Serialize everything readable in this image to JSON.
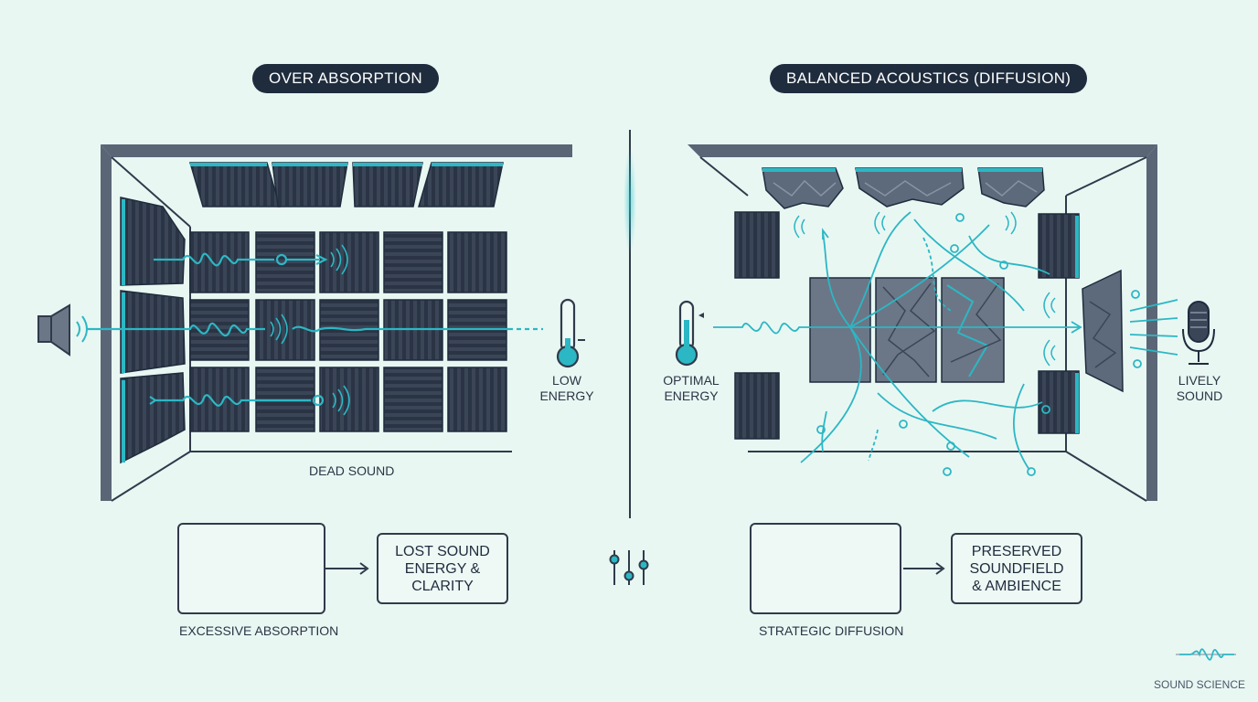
{
  "left_panel": {
    "title": "OVER ABSORPTION",
    "room_label": "DEAD SOUND",
    "thermo_label": [
      "LOW",
      "ENERGY"
    ],
    "caption": "EXCESSIVE ABSORPTION",
    "result": [
      "LOST SOUND",
      "ENERGY &",
      "CLARITY"
    ]
  },
  "right_panel": {
    "title": "BALANCED ACOUSTICS (DIFFUSION)",
    "thermo_label": [
      "OPTIMAL",
      "ENERGY"
    ],
    "mic_label": [
      "LIVELY",
      "SOUND"
    ],
    "caption": "STRATEGIC DIFFUSION",
    "result": [
      "PRESERVED",
      "SOUNDFIELD",
      "& AMBIENCE"
    ]
  },
  "brand": {
    "name": "SOUND SCIENCE"
  },
  "icons": {
    "speaker": "speaker-icon",
    "thermometer_low": "thermometer-icon",
    "thermometer_optimal": "thermometer-icon",
    "microphone": "microphone-icon",
    "sliders": "sliders-icon",
    "waveform_logo": "waveform-logo-icon"
  },
  "colors": {
    "background": "#e9f7f3",
    "accent": "#2cb7c4",
    "panel_dark": "#2f3b4a",
    "pill_bg": "#1f2c3d"
  }
}
